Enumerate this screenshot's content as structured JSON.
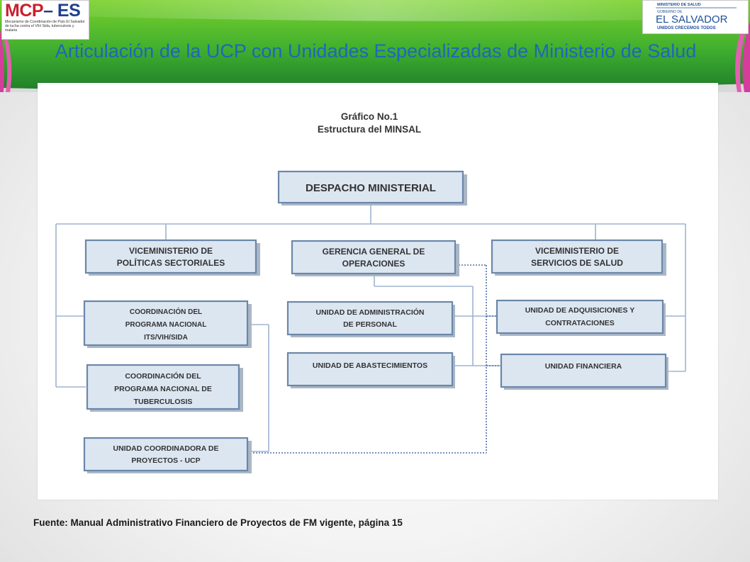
{
  "slide": {
    "title": "Articulación de la UCP con Unidades Especializadas de Ministerio de Salud",
    "source": "Fuente: Manual Administrativo  Financiero de Proyectos de FM vigente, página 15"
  },
  "logo_left": {
    "mark_1": "MCP",
    "mark_2": "– ES",
    "tagline": "Mecanismo de Coordinación de País El Salvador de lucha contra el VIH Sida, tuberculosis y malaria",
    "colors": {
      "m": "#c8202e",
      "c": "#f2a21b",
      "p": "#f2a21b",
      "es": "#1f3f8f"
    }
  },
  "logo_right": {
    "line_1": "MINISTERIO DE SALUD",
    "line_2": "GOBIERNO DE",
    "line_3": "EL SALVADOR",
    "line_4": "UNIDOS CRECEMOS TODOS"
  },
  "diagram": {
    "heading_1": "Gráfico No.1",
    "heading_2": "Estructura del MINSAL",
    "nodes": {
      "despacho": [
        "DESPACHO MINISTERIAL"
      ],
      "vice_politicas": [
        "VICEMINISTERIO  DE",
        "POLÍTICAS  SECTORIALES"
      ],
      "gerencia": [
        "GERENCIA GENERAL DE",
        "OPERACIONES"
      ],
      "vice_servicios": [
        "VICEMINISTERIO  DE",
        "SERVICIOS DE SALUD"
      ],
      "coord_its": [
        "COORDINACIÓN DEL",
        "PROGRAMA NACIONAL",
        "ITS/VIH/SIDA"
      ],
      "coord_tb": [
        "COORDINACIÓN DEL",
        "PROGRAMA NACIONAL DE",
        "TUBERCULOSIS"
      ],
      "ucp": [
        "UNIDAD COORDINADORA DE",
        "PROYECTOS - UCP"
      ],
      "admin_personal": [
        "UNIDAD DE ADMINISTRACIÓN",
        "DE PERSONAL"
      ],
      "abastecimientos": [
        "UNIDAD DE ABASTECIMIENTOS"
      ],
      "adquisiciones": [
        "UNIDAD DE ADQUISICIONES Y",
        "CONTRATACIONES"
      ],
      "financiera": [
        "UNIDAD FINANCIERA"
      ]
    }
  },
  "colors": {
    "title": "#1f67b8",
    "banner_green": "#3fae2f",
    "banner_pink": "#d63c9c",
    "box_fill": "#dce6f1",
    "box_border": "#6b87a9"
  }
}
